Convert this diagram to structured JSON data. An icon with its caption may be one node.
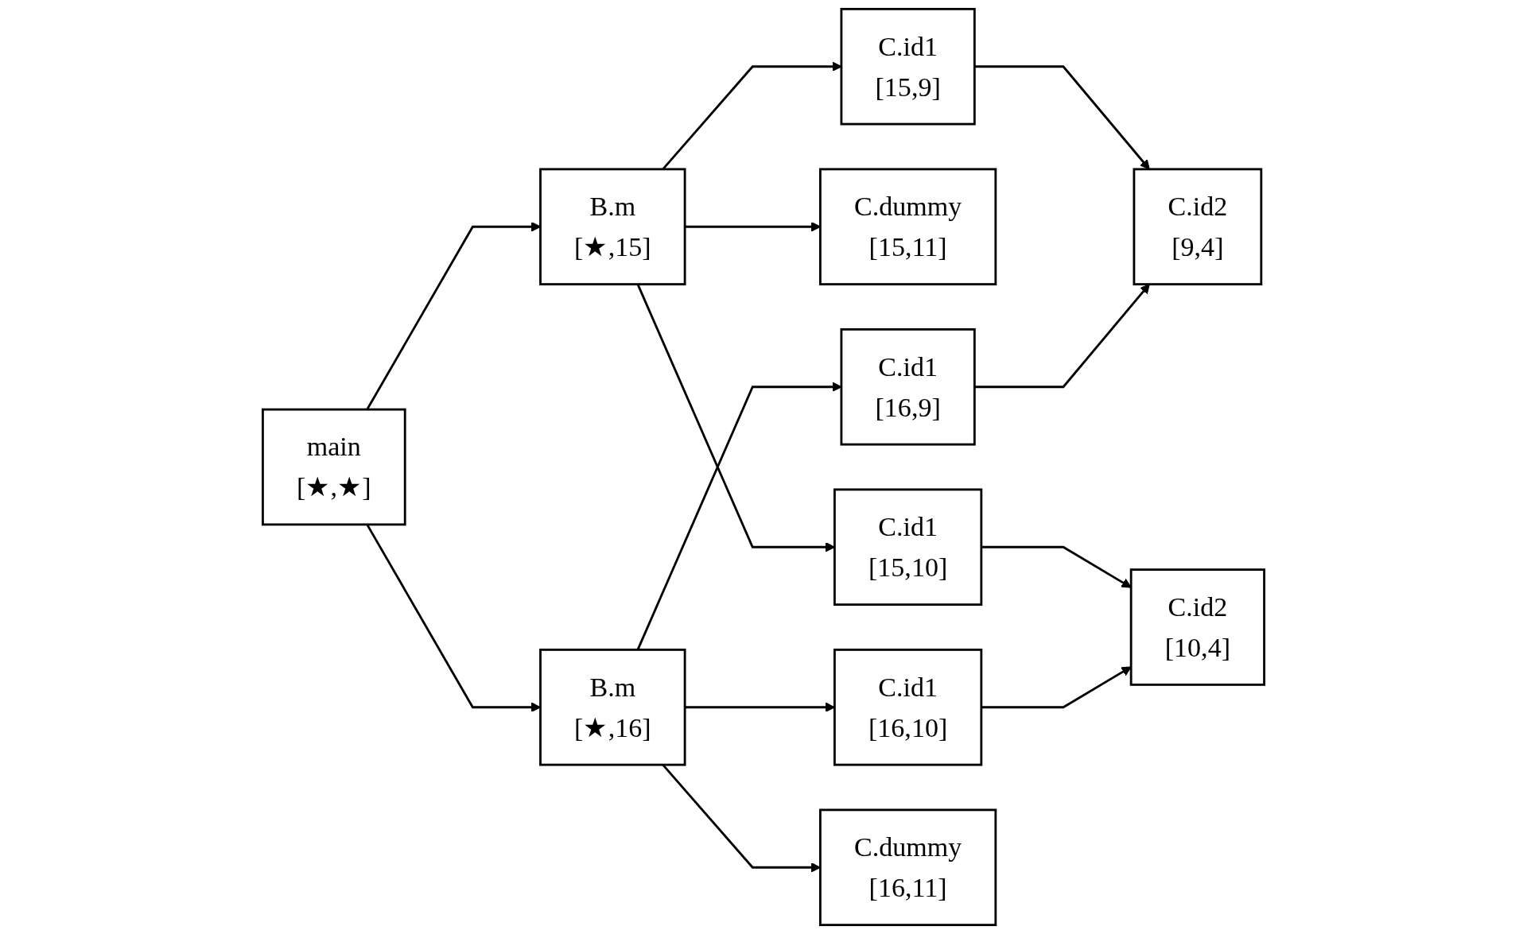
{
  "diagram": {
    "nodes": [
      {
        "text": [
          "main",
          "[★,★]"
        ]
      },
      {
        "text": [
          "B.m",
          "[★,15]"
        ]
      },
      {
        "text": [
          "B.m",
          "[★,16]"
        ]
      },
      {
        "text": [
          "C.id1",
          "[15,9]"
        ]
      },
      {
        "text": [
          "C.dummy",
          "[15,11]"
        ]
      },
      {
        "text": [
          "C.id1",
          "[15,10]"
        ]
      },
      {
        "text": [
          "C.id1",
          "[16,9]"
        ]
      },
      {
        "text": [
          "C.id1",
          "[16,10]"
        ]
      },
      {
        "text": [
          "C.dummy",
          "[16,11]"
        ]
      },
      {
        "text": [
          "C.id2",
          "[9,4]"
        ]
      },
      {
        "text": [
          "C.id2",
          "[10,4]"
        ]
      }
    ],
    "edges": [
      {
        "from": 0,
        "to": 1,
        "arrow": "to"
      },
      {
        "from": 0,
        "to": 2,
        "arrow": "to"
      },
      {
        "from": 1,
        "to": 3,
        "arrow": "to"
      },
      {
        "from": 1,
        "to": 4,
        "arrow": "to"
      },
      {
        "from": 1,
        "to": 5,
        "arrow": "to"
      },
      {
        "from": 2,
        "to": 6,
        "arrow": "to"
      },
      {
        "from": 2,
        "to": 7,
        "arrow": "to"
      },
      {
        "from": 2,
        "to": 8,
        "arrow": "to"
      },
      {
        "from": 3,
        "to": 9,
        "arrow": "to"
      },
      {
        "from": 6,
        "to": 9,
        "arrow": "to"
      },
      {
        "from": 5,
        "to": 10,
        "arrow": "to"
      },
      {
        "from": 7,
        "to": 10,
        "arrow": "to"
      }
    ]
  }
}
